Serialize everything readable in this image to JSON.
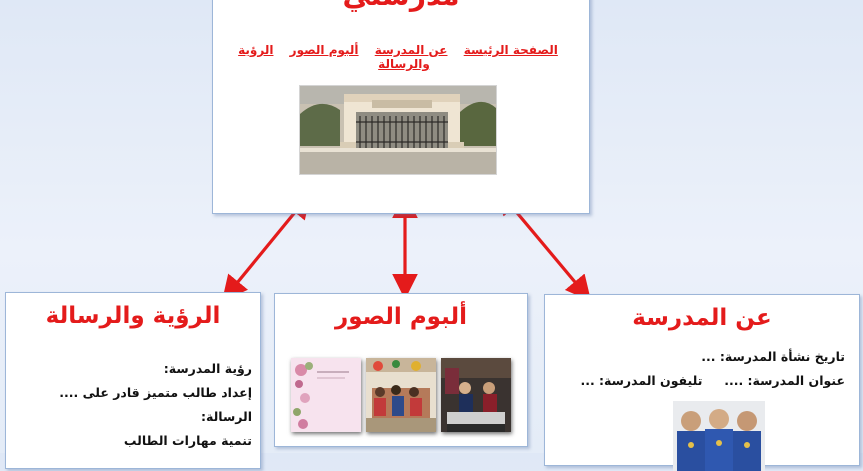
{
  "main": {
    "title": "مدرستي",
    "nav": [
      {
        "label": "الصفحة الرئيسة"
      },
      {
        "label": "عن المدرسة"
      },
      {
        "label": "ألبوم الصور"
      },
      {
        "label": "الرؤية والرسالة"
      }
    ]
  },
  "cards": {
    "vision": {
      "title": "الرؤية والرسالة",
      "lines": [
        "رؤية المدرسة:",
        "إعداد طالب متميز قادر على ....",
        "الرسالة:",
        "تنمية مهارات الطالب"
      ]
    },
    "album": {
      "title": "ألبوم الصور"
    },
    "about": {
      "title": "عن المدرسة",
      "lines": [
        "تاريخ نشأة المدرسة: ...",
        "عنوان المدرسة: ....     تليفون المدرسة: ..."
      ]
    }
  },
  "colors": {
    "accent": "#e41b1b",
    "card_border": "#9db6d8",
    "background": "#e6edf8"
  }
}
